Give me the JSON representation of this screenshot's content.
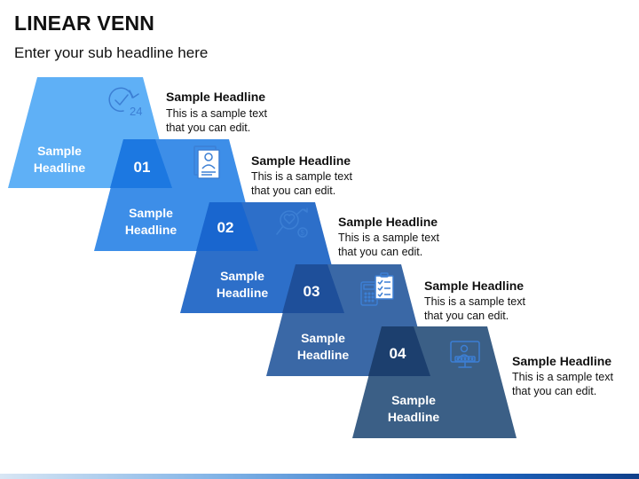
{
  "page": {
    "title": "LINEAR VENN",
    "subtitle": "Enter your sub headline here"
  },
  "colors": {
    "shape_1": "#5fb0f6",
    "shape_2": "#3d8ee8",
    "shape_3": "#2d6fc9",
    "shape_4": "#3a68a6",
    "shape_5": "#3b5f86",
    "overlap_1": "#1c78e1",
    "overlap_2": "#1966cf",
    "overlap_3": "#1e4f9a",
    "overlap_4": "#1c3f6e",
    "icon_stroke": "#3c7fd4"
  },
  "shapes": [
    {
      "label": "Sample Headline",
      "icon": "clock-24-icon",
      "headline": "Sample Headline",
      "text_line1": "This is a sample text",
      "text_line2": "that you can edit."
    },
    {
      "label": "Sample Headline",
      "icon": "resume-document-icon",
      "headline": "Sample Headline",
      "text_line1": "This is a sample text",
      "text_line2": "that you can edit."
    },
    {
      "label": "Sample Headline",
      "icon": "heart-magnifier-growth-icon",
      "headline": "Sample Headline",
      "text_line1": "This is a sample text",
      "text_line2": "that you can edit."
    },
    {
      "label": "Sample Headline",
      "icon": "calculator-checklist-icon",
      "headline": "Sample Headline",
      "text_line1": "This is a sample text",
      "text_line2": "that you can edit."
    },
    {
      "label": "Sample Headline",
      "icon": "monitor-user-icon",
      "headline": "Sample Headline",
      "text_line1": "This is a sample text",
      "text_line2": "that you can edit."
    }
  ],
  "overlaps": [
    {
      "number": "01"
    },
    {
      "number": "02"
    },
    {
      "number": "03"
    },
    {
      "number": "04"
    }
  ]
}
